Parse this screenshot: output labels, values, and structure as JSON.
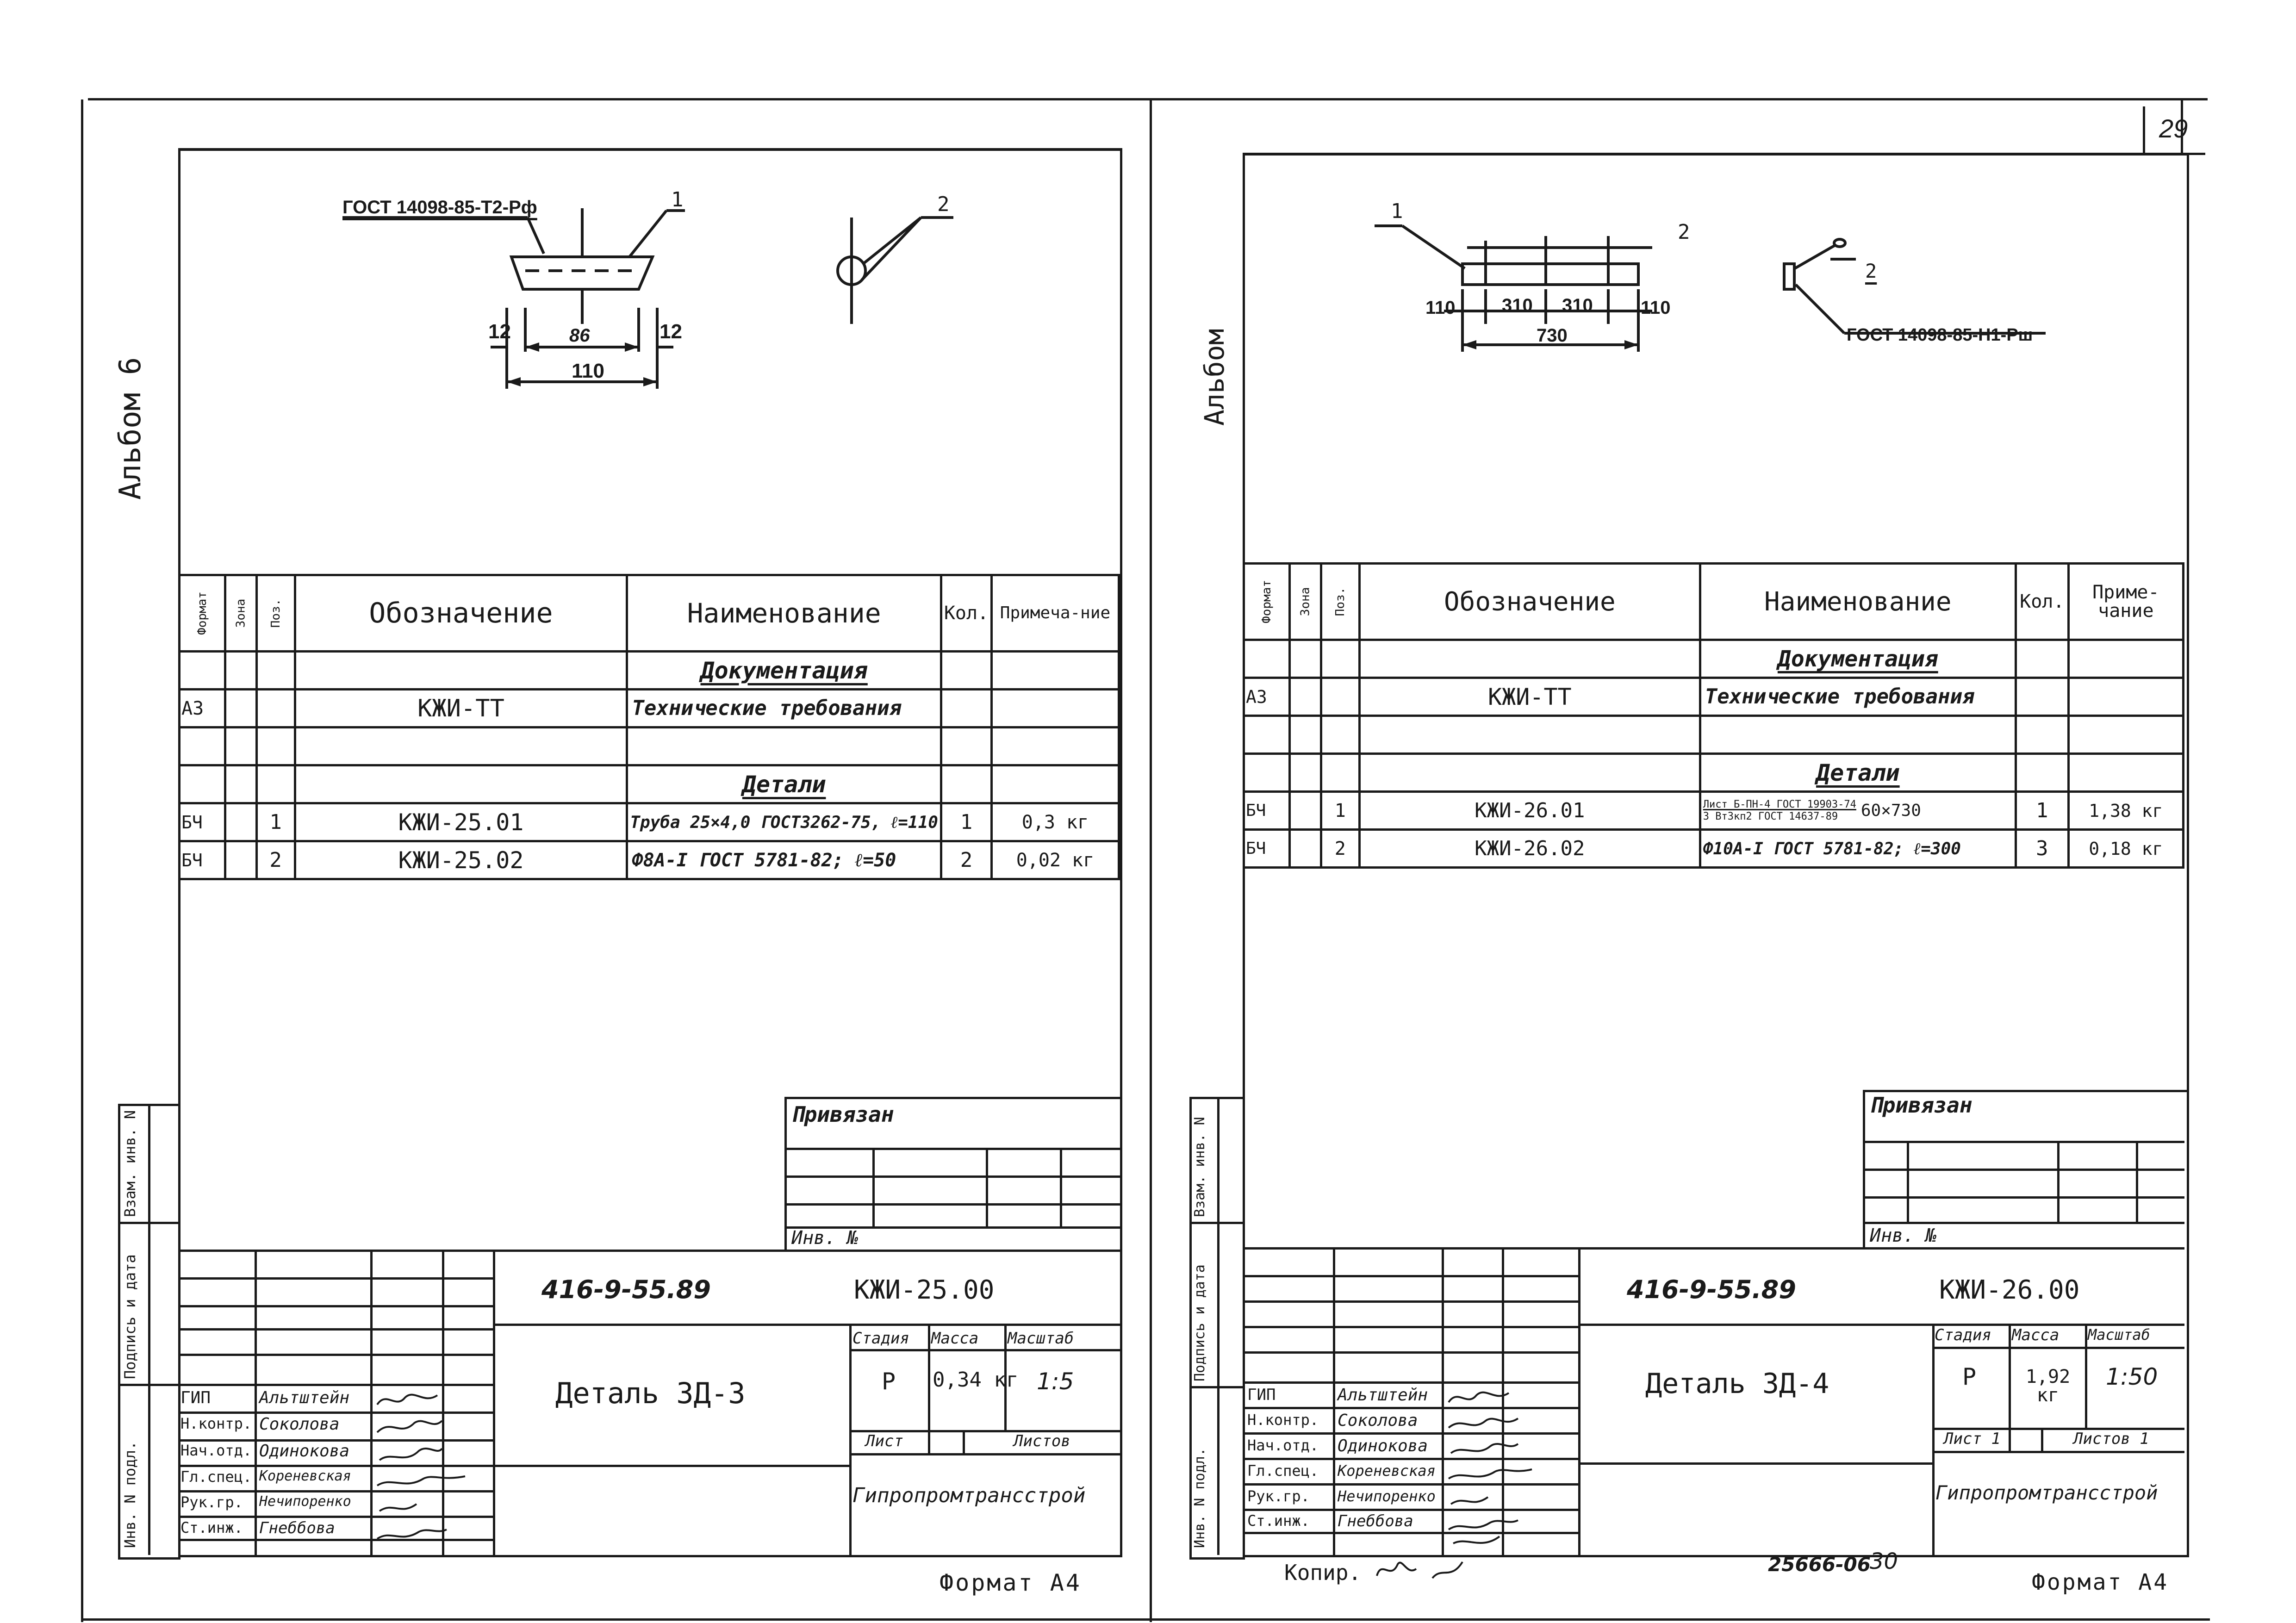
{
  "page_number": "29",
  "left_sheet": {
    "album_label": "Альбом 6",
    "drawing": {
      "gost_callout": "ГОСТ 14098-85-Т2-Рф",
      "leader_1": "1",
      "leader_2": "2",
      "dim_12_left": "12",
      "dim_86": "86",
      "dim_12_right": "12",
      "dim_110": "110"
    },
    "spec_headers": {
      "format": "Формат",
      "zone": "Зона",
      "pos": "Поз.",
      "designation": "Обозначение",
      "name": "Наименование",
      "qty": "Кол.",
      "note": "Примеча-ние"
    },
    "spec_rows": [
      {
        "format": "",
        "pos": "",
        "designation": "",
        "name": "Документация",
        "qty": "",
        "note": ""
      },
      {
        "format": "А3",
        "pos": "",
        "designation": "КЖИ-ТТ",
        "name": "Технические требования",
        "qty": "",
        "note": ""
      },
      {
        "format": "",
        "pos": "",
        "designation": "",
        "name": "",
        "qty": "",
        "note": ""
      },
      {
        "format": "",
        "pos": "",
        "designation": "",
        "name": "Детали",
        "qty": "",
        "note": ""
      },
      {
        "format": "БЧ",
        "pos": "1",
        "designation": "КЖИ-25.01",
        "name": "Труба 25×4,0 ГОСТ3262-75, ℓ=110",
        "qty": "1",
        "note": "0,3 кг"
      },
      {
        "format": "БЧ",
        "pos": "2",
        "designation": "КЖИ-25.02",
        "name": "Ф8А-I ГОСТ 5781-82; ℓ=50",
        "qty": "2",
        "note": "0,02 кг"
      }
    ],
    "privyazan": "Привязан",
    "inv_no": "Инв. №",
    "side_stamp": [
      "Инв. N подл.",
      "Подпись и дата",
      "Взам. инв. N"
    ],
    "title_block": {
      "project_code": "416-9-55.89",
      "doc_code": "КЖИ-25.00",
      "title": "Деталь ЗД-3",
      "stage_label": "Стадия",
      "mass_label": "Масса",
      "scale_label": "Масштаб",
      "stage": "Р",
      "mass": "0,34 кг",
      "scale": "1:5",
      "sheet_label": "Лист",
      "sheets_label": "Листов",
      "organization": "Гипропромтрансстрой",
      "roles": [
        {
          "role": "ГИП",
          "name": "Альтштейн"
        },
        {
          "role": "Н.контр.",
          "name": "Соколова"
        },
        {
          "role": "Нач.отд.",
          "name": "Одинокова"
        },
        {
          "role": "Гл.спец.",
          "name": "Кореневская"
        },
        {
          "role": "Рук.гр.",
          "name": "Нечипоренко"
        },
        {
          "role": "Ст.инж.",
          "name": "Гнеббова"
        }
      ]
    },
    "format_label": "Формат А4"
  },
  "right_sheet": {
    "album_label": "Альбом",
    "drawing": {
      "leader_1": "1",
      "leader_2": "2",
      "leader_2b": "2",
      "dim_110_left": "110",
      "dim_310_a": "310",
      "dim_310_b": "310",
      "dim_110_right": "110",
      "dim_730": "730",
      "gost_callout": "ГОСТ 14098-85-Н1-Рш"
    },
    "spec_headers": {
      "format": "Формат",
      "zone": "Зона",
      "pos": "Поз.",
      "designation": "Обозначение",
      "name": "Наименование",
      "qty": "Кол.",
      "note": "Приме-чание"
    },
    "spec_rows": [
      {
        "format": "",
        "pos": "",
        "designation": "",
        "name": "Документация",
        "qty": "",
        "note": ""
      },
      {
        "format": "А3",
        "pos": "",
        "designation": "КЖИ-ТТ",
        "name": "Технические требования",
        "qty": "",
        "note": ""
      },
      {
        "format": "",
        "pos": "",
        "designation": "",
        "name": "",
        "qty": "",
        "note": ""
      },
      {
        "format": "",
        "pos": "",
        "designation": "",
        "name": "Детали",
        "qty": "",
        "note": ""
      },
      {
        "format": "БЧ",
        "pos": "1",
        "designation": "КЖИ-26.01",
        "name_line1": "Лист Б-ПН-4 ГОСТ 19903-74",
        "name_line2": "3 Вт3кп2 ГОСТ 14637-89",
        "name_tail": "60×730",
        "qty": "1",
        "note": "1,38 кг"
      },
      {
        "format": "БЧ",
        "pos": "2",
        "designation": "КЖИ-26.02",
        "name": "Ф10А-I ГОСТ 5781-82; ℓ=300",
        "qty": "3",
        "note": "0,18 кг"
      }
    ],
    "privyazan": "Привязан",
    "inv_no": "Инв. №",
    "side_stamp": [
      "Инв. N подл.",
      "Подпись и дата",
      "Взам. инв. N"
    ],
    "title_block": {
      "project_code": "416-9-55.89",
      "doc_code": "КЖИ-26.00",
      "title": "Деталь ЗД-4",
      "stage_label": "Стадия",
      "mass_label": "Масса",
      "scale_label": "Масштаб",
      "stage": "Р",
      "mass": "1,92 кг",
      "scale": "1:50",
      "sheet_label": "Лист 1",
      "sheets_label": "Листов 1",
      "organization": "Гипропромтрансстрой",
      "roles": [
        {
          "role": "ГИП",
          "name": "Альтштейн"
        },
        {
          "role": "Н.контр.",
          "name": "Соколова"
        },
        {
          "role": "Нач.отд.",
          "name": "Одинокова"
        },
        {
          "role": "Гл.спец.",
          "name": "Кореневская"
        },
        {
          "role": "Рук.гр.",
          "name": "Нечипоренко"
        },
        {
          "role": "Ст.инж.",
          "name": "Гнеббова"
        }
      ]
    },
    "copied_label": "Копир.",
    "order_number": "25666-06",
    "order_sheet": "30",
    "format_label": "Формат А4"
  }
}
